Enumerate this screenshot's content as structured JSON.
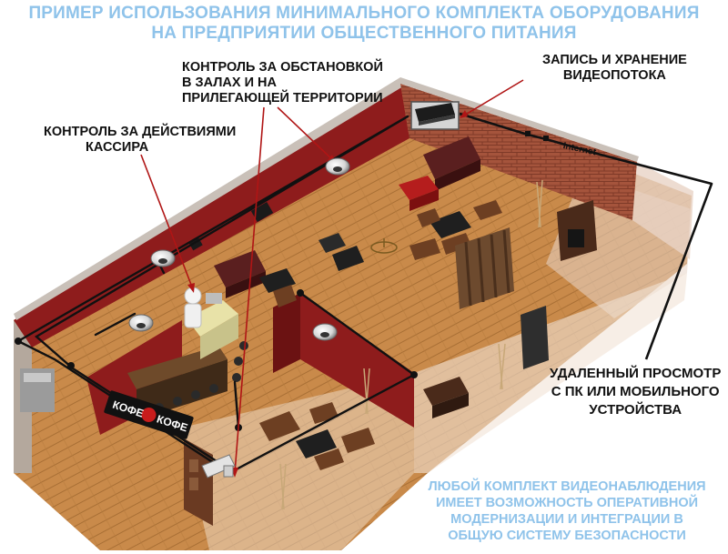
{
  "title": {
    "line1": "ПРИМЕР ИСПОЛЬЗОВАНИЯ МИНИМАЛЬНОГО КОМПЛЕКТА ОБОРУДОВАНИЯ",
    "line2": "НА ПРЕДПРИЯТИИ ОБЩЕСТВЕННОГО ПИТАНИЯ"
  },
  "labels": {
    "halls": [
      "КОНТРОЛЬ ЗА  ОБСТАНОВКОЙ",
      "В ЗАЛАХ И НА",
      "ПРИЛЕГАЮЩЕЙ ТЕРРИТОРИИ"
    ],
    "cashier": [
      "КОНТРОЛЬ ЗА ДЕЙСТВИЯМИ",
      "КАССИРА"
    ],
    "recording": [
      "ЗАПИСЬ И ХРАНЕНИЕ",
      "ВИДЕОПОТОКА"
    ],
    "remote": [
      "УДАЛЕННЫЙ ПРОСМОТР",
      "С ПК ИЛИ МОБИЛЬНОГО",
      "УСТРОЙСТВА"
    ]
  },
  "internet_label": "Internet",
  "sign": {
    "left": "КОФЕ",
    "right": "КОФЕ"
  },
  "footnote": [
    "ЛЮБОЙ КОМПЛЕКТ ВИДЕОНАБЛЮДЕНИЯ",
    "ИМЕЕТ ВОЗМОЖНОСТЬ ОПЕРАТИВНОЙ",
    "МОДЕРНИЗАЦИИ И ИНТЕГРАЦИИ В",
    "ОБЩУЮ СИСТЕМУ БЕЗОПАСНОСТИ"
  ],
  "colors": {
    "title": "#8fc3ea",
    "wall_red": "#8e1c1c",
    "wall_red_dark": "#6b1212",
    "brick": "#a0503a",
    "floor": "#c98a4a",
    "floor_dark": "#b07438",
    "cable": "#111111",
    "pointer": "#b01515"
  }
}
